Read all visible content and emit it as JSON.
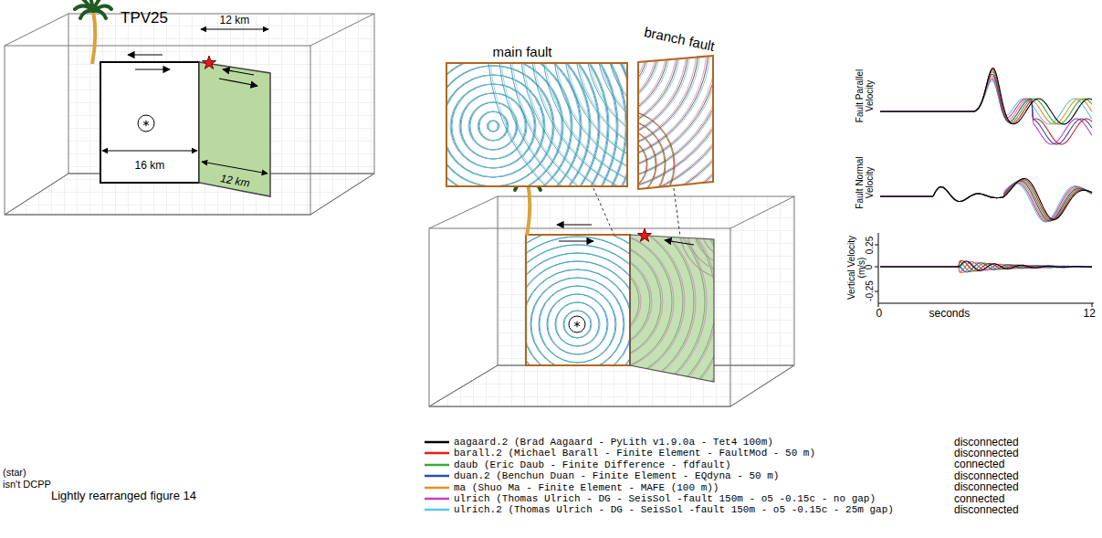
{
  "diagram": {
    "nodes": [
      {
        "text": [
          "main fault"
        ]
      },
      {
        "text": [
          "branch fault"
        ]
      }
    ],
    "labels": [
      "TPV25",
      "12 km",
      "16 km",
      "12 km",
      "Fault Parallel Velocity",
      "Fault Normal Velocity",
      "Vertical Velocity (m/s)",
      "0.25",
      "0",
      "-0.25",
      "0",
      "seconds",
      "12",
      "disconnected",
      "disconnected",
      "connected",
      "disconnected",
      "disconnected",
      "connected",
      "disconnected",
      "(star)",
      "isn't DCPP",
      "Lightly rearranged figure 14"
    ],
    "legend": [
      {
        "text": "aagaard.2 (Brad Aagaard - PyLith v1.9.0a - Tet4 100m)"
      },
      {
        "text": "barall.2 (Michael Barall - Finite Element - FaultMod - 50 m)"
      },
      {
        "text": "daub (Eric Daub - Finite Difference - fdfault)"
      },
      {
        "text": "duan.2 (Benchun Duan - Finite Element - EQdyna - 50 m)"
      },
      {
        "text": "ma (Shuo Ma - Finite Element - MAFE (100 m))"
      },
      {
        "text": "ulrich (Thomas Ulrich - DG - SeisSol -fault 150m - o5 -0.15c - no gap)"
      },
      {
        "text": "ulrich.2 (Thomas Ulrich - DG - SeisSol -fault 150m - o5 -0.15c - 25m gap)"
      }
    ]
  }
}
